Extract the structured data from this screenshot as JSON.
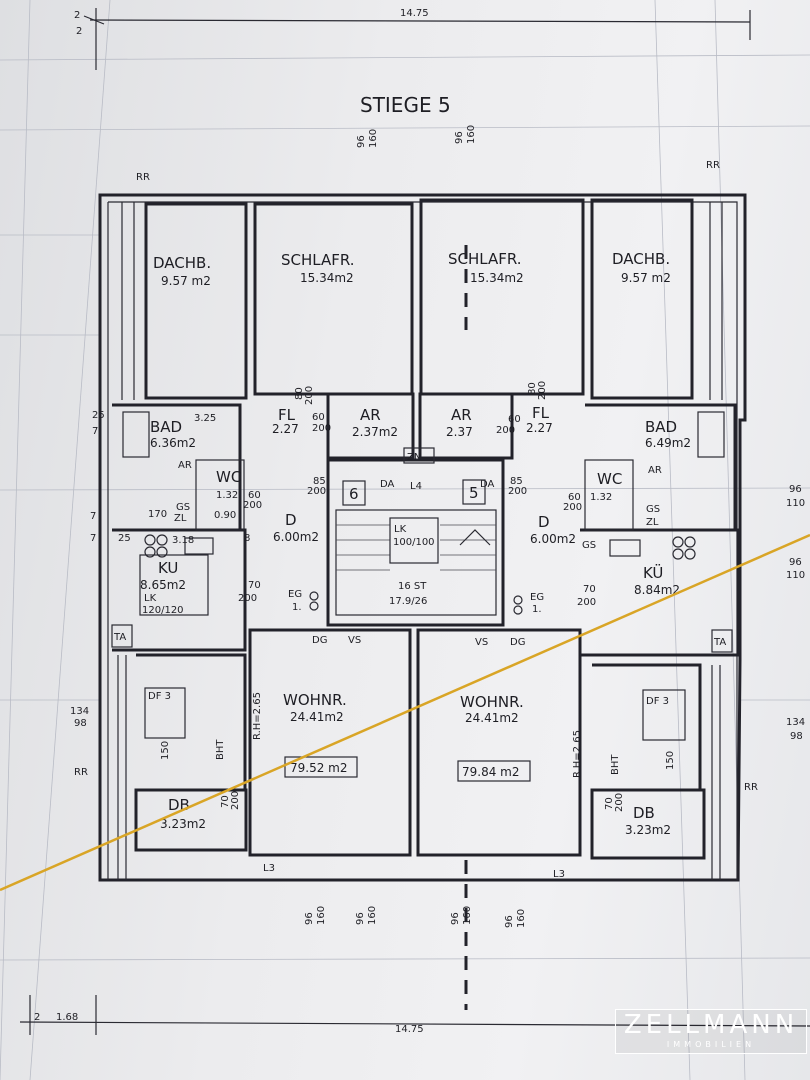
{
  "title": "STIEGE 5",
  "dimensions": {
    "top": "14.75",
    "bottom": "14.75",
    "left_small": "2",
    "left_small2": "1.68",
    "top_small_a": "2",
    "top_small_b": "2"
  },
  "rooms": {
    "dachb_left": {
      "label": "DACHB.",
      "area": "9.57 m2"
    },
    "schlaf_left": {
      "label": "SCHLAFR.",
      "area": "15.34m2"
    },
    "schlaf_right": {
      "label": "SCHLAFR.",
      "area": "15.34m2"
    },
    "dachb_right": {
      "label": "DACHB.",
      "area": "9.57 m2"
    },
    "bad_left": {
      "label": "BAD",
      "area": "6.36m2"
    },
    "bad_right": {
      "label": "BAD",
      "area": "6.49m2"
    },
    "fl_left": {
      "label": "FL",
      "area": "2.27"
    },
    "fl_right": {
      "label": "FL",
      "area": "2.27"
    },
    "ar_left": {
      "label": "AR",
      "area": "2.37m2"
    },
    "ar_right": {
      "label": "AR",
      "area": "2.37"
    },
    "wc_left": {
      "label": "WC",
      "area": "1.32"
    },
    "wc_right": {
      "label": "WC",
      "area": "1.32"
    },
    "d_left": {
      "label": "D",
      "area": "6.00m2"
    },
    "d_right": {
      "label": "D",
      "area": "6.00m2"
    },
    "ku_left": {
      "label": "KU",
      "area": "8.65m2"
    },
    "ku_right": {
      "label": "KÜ",
      "area": "8.84m2"
    },
    "wohn_left": {
      "label": "WOHNR.",
      "area": "24.41m2"
    },
    "wohn_right": {
      "label": "WOHNR.",
      "area": "24.41m2"
    },
    "db_left": {
      "label": "DB",
      "area": "3.23m2"
    },
    "db_right": {
      "label": "DB",
      "area": "3.23m2"
    }
  },
  "apartments": {
    "left_no": "6",
    "right_no": "5",
    "left_total": "79.52 m2",
    "right_total": "79.84 m2"
  },
  "stair": {
    "zn": "ZN",
    "lk": "LK",
    "lk_size": "100/100",
    "l4": "L4",
    "steps": "16 ST",
    "rise": "17.9/26"
  },
  "labels": {
    "da": "DA",
    "vs": "VS",
    "dg": "DG",
    "eg": "EG",
    "ta": "TA",
    "gs": "GS",
    "zl": "ZL",
    "df3": "DF 3",
    "lk_kitchen": "LK",
    "lk_kitchen_size": "120/120",
    "l3": "L3",
    "rr": "RR",
    "bht": "BHT",
    "rh": "R.H=2.65",
    "ar": "AR",
    "one": "1."
  },
  "dims": {
    "win96": "96",
    "win160": "160",
    "w110": "110",
    "w134": "134",
    "w98": "98",
    "d70": "70",
    "d200": "200",
    "d80": "80",
    "d60": "60",
    "d85": "85",
    "d25": "25",
    "d7": "7",
    "d170": "170",
    "d318": "3.18",
    "d8": "8",
    "d325": "3.25",
    "d090": "0.90",
    "d150": "150"
  },
  "watermark": {
    "brand": "ZELLMANN",
    "sub": "IMMOBILIEN"
  },
  "colors": {
    "paper": "#ececee",
    "ink": "#22222a",
    "gold_line": "#d9a526",
    "grid": "#b9bcc6"
  }
}
